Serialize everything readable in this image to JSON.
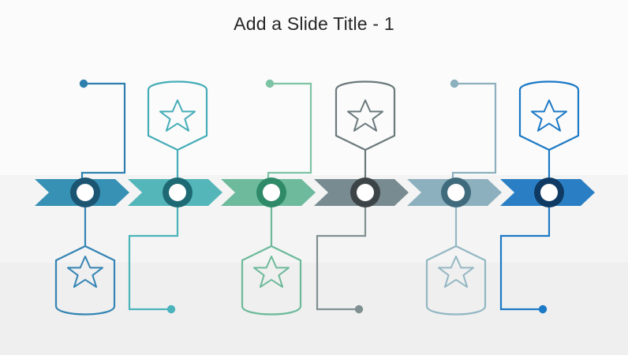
{
  "slide": {
    "title": "Add a Slide Title - 1",
    "background": {
      "band_top_color": "#fbfbfb",
      "band_mid_color": "#f4f4f4",
      "band_bottom_color": "#efefef"
    }
  },
  "chart_data": {
    "type": "diagram",
    "diagram_kind": "horizontal-chevron-timeline",
    "title": "Add a Slide Title - 1",
    "step_count": 6,
    "badge_icon": "star-icon",
    "steps": [
      {
        "index": 1,
        "chevron_color": "#3691b5",
        "ring_color": "#1b5572",
        "hub_fill": "#ffffff",
        "badge_position": "bottom",
        "badge_color": "#3484b3",
        "connector_style": "bracket",
        "connector_direction": "up-left",
        "connector_color": "#2f7fae",
        "endpoint_dot": true,
        "endpoint_dot_color": "#2f7fae"
      },
      {
        "index": 2,
        "chevron_color": "#55b6b9",
        "ring_color": "#1d6a74",
        "hub_fill": "#ffffff",
        "badge_position": "top",
        "badge_color": "#46adb8",
        "connector_style": "bracket",
        "connector_direction": "down-left",
        "connector_color": "#4bb3bb",
        "endpoint_dot": true,
        "endpoint_dot_color": "#4bb3bb"
      },
      {
        "index": 3,
        "chevron_color": "#6dba9c",
        "ring_color": "#2f8a68",
        "hub_fill": "#ffffff",
        "badge_position": "bottom",
        "badge_color": "#6cba9a",
        "connector_style": "bracket",
        "connector_direction": "up-left",
        "connector_color": "#7dc3a4",
        "endpoint_dot": true,
        "endpoint_dot_color": "#7dc3a4"
      },
      {
        "index": 4,
        "chevron_color": "#788b90",
        "ring_color": "#3d4448",
        "hub_fill": "#ffffff",
        "badge_position": "top",
        "badge_color": "#6b797c",
        "connector_style": "bracket",
        "connector_direction": "down-left",
        "connector_color": "#808f92",
        "endpoint_dot": true,
        "endpoint_dot_color": "#808f92"
      },
      {
        "index": 5,
        "chevron_color": "#8cb0bd",
        "ring_color": "#3f6b7d",
        "hub_fill": "#ffffff",
        "badge_position": "bottom",
        "badge_color": "#93b7c3",
        "connector_style": "bracket",
        "connector_direction": "up-left",
        "connector_color": "#8cb0bd",
        "endpoint_dot": true,
        "endpoint_dot_color": "#8cb0bd"
      },
      {
        "index": 6,
        "chevron_color": "#2a7fc4",
        "ring_color": "#0f3a63",
        "hub_fill": "#ffffff",
        "badge_position": "top",
        "badge_color": "#1c79c5",
        "connector_style": "bracket",
        "connector_direction": "down-left",
        "connector_color": "#1c79c5",
        "endpoint_dot": true,
        "endpoint_dot_color": "#1c79c5"
      }
    ]
  }
}
